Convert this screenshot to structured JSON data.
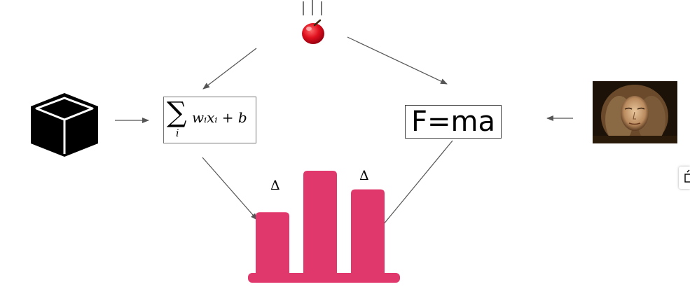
{
  "formula": {
    "sigma": "∑",
    "index": "i",
    "body": "wᵢxᵢ + b"
  },
  "law": "F=ma",
  "delta_labels": [
    "Δ",
    "Δ"
  ],
  "icons": {
    "apple": "falling-apple-icon",
    "cube": "black-box-cube-icon",
    "portrait": "newton-portrait",
    "bars": "bar-chart-icon",
    "edge": "external-link-icon"
  },
  "colors": {
    "bars": "#e0386c",
    "apple": "#e0101e",
    "arrow": "#555555"
  },
  "bar_levels": [
    0.6,
    1.0,
    0.82
  ]
}
